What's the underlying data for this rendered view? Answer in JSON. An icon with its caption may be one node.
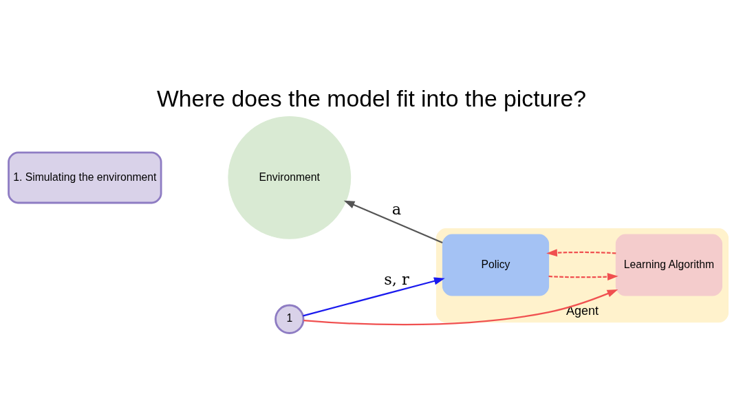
{
  "diagram": {
    "title": "Where does the model fit into the picture?",
    "nodes": [
      {
        "text": [
          "1. Simulating the environment"
        ]
      },
      {
        "text": [
          "Environment"
        ]
      },
      {
        "text": [
          "1"
        ]
      },
      {
        "text": [
          "Agent"
        ]
      },
      {
        "text": [
          "Policy"
        ],
        "in": 3
      },
      {
        "text": [
          "Learning Algorithm"
        ],
        "in": 3
      }
    ],
    "edges": [
      {
        "from": 2,
        "to": 4,
        "arrow": "to",
        "label": "s, r",
        "color": "#1a1aee"
      },
      {
        "from": 2,
        "to": 5,
        "arrow": "to",
        "color": "#f05050"
      },
      {
        "from": 4,
        "to": 1,
        "arrow": "to",
        "label": "a",
        "color": "#555555"
      },
      {
        "from": 5,
        "to": 4,
        "arrow": "to",
        "style": "dashed",
        "color": "#f05050"
      },
      {
        "from": 4,
        "to": 5,
        "arrow": "to",
        "style": "dashed",
        "color": "#f05050"
      }
    ]
  }
}
